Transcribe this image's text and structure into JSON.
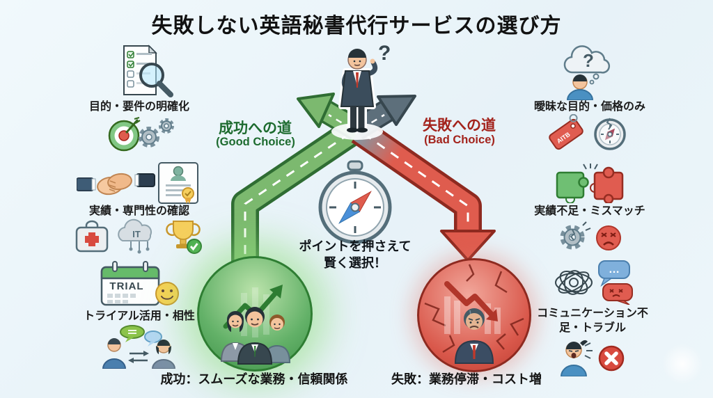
{
  "title": "失敗しない英語秘書代行サービスの選び方",
  "center": {
    "question_mark": "?",
    "success_path": {
      "label": "成功への道",
      "sublabel": "(Good Choice)"
    },
    "failure_path": {
      "label": "失敗への道",
      "sublabel": "(Bad Choice)"
    },
    "advice": {
      "line1": "ポイントを押さえて",
      "line2": "賢く選択！"
    },
    "success_caption": "成功：スムーズな業務・信頼関係",
    "failure_caption": "失敗：業務停滞・コスト増"
  },
  "left_column": {
    "item1": {
      "label": "目的・要件の明確化"
    },
    "item2": {
      "label": "実績・専門性の確認"
    },
    "item3": {
      "label": "トライアル活用・相性"
    },
    "calendar_text": "TRIAL",
    "cloud_text": "IT"
  },
  "right_column": {
    "item1": {
      "label": "曖昧な目的・価格のみ",
      "thought_mark": "?",
      "tag_text": "AITB"
    },
    "item2": {
      "label": "実績不足・ミスマッチ"
    },
    "item3": {
      "label": "コミュニケーション不足・トラブル",
      "bubble_text": "…"
    }
  },
  "colors": {
    "background": "#e9f3f8",
    "success_green": "#2e7d32",
    "success_text": "#1d6b2f",
    "failure_red": "#df5c4e",
    "failure_text": "#a3231c",
    "neutral_gray": "#5d6f7b"
  }
}
